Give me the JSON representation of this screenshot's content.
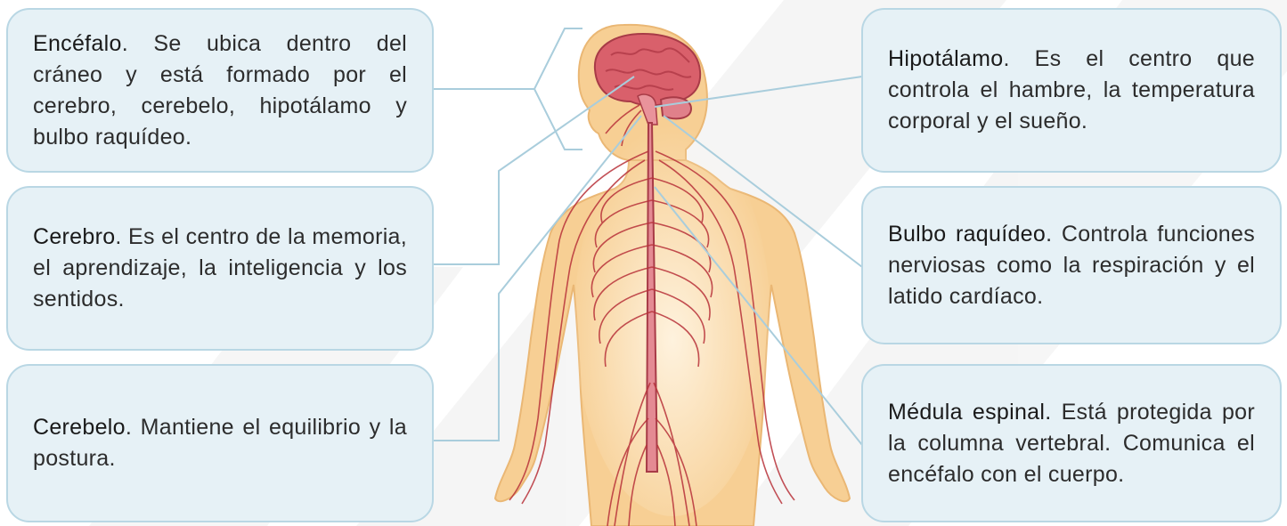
{
  "cards": [
    {
      "id": "encefalo",
      "term": "Encéfalo",
      "text": ". Se ubica dentro del cráneo y está formado por el cerebro, cerebelo, hipotálamo y bulbo raquídeo."
    },
    {
      "id": "cerebro",
      "term": "Cerebro",
      "text": ". Es el centro de la memoria, el aprendizaje, la inteligencia y los sentidos."
    },
    {
      "id": "cerebelo",
      "term": "Cerebelo",
      "text": ". Mantiene el equilibrio y la postura."
    },
    {
      "id": "hipotalamo",
      "term": "Hipotálamo",
      "text": ". Es el centro que controla el hambre, la temperatura corporal y el sueño."
    },
    {
      "id": "bulbo",
      "term": "Bulbo raquídeo",
      "text": ". Controla funciones nerviosas como la respiración y el latido cardíaco."
    },
    {
      "id": "medula",
      "term": "Médula espinal.",
      "text": " Está protegida por la columna vertebral. Comunica el encéfalo con el cuerpo."
    }
  ],
  "colors": {
    "card_bg": "#e6f1f6",
    "card_border": "#b9d7e4",
    "skin": "#f7cf94",
    "skin_dark": "#eab774",
    "nerve": "#b8323a",
    "brain": "#d9606b",
    "connector": "#a9cddc"
  }
}
